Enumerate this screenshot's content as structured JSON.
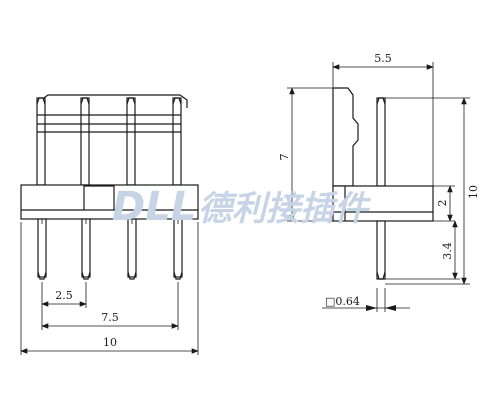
{
  "watermark": {
    "brand_latin": "DLL",
    "brand_cjk": "德利接插件"
  },
  "front_view": {
    "dim_pitch": "2.5",
    "dim_pin_span": "7.5",
    "dim_total_width": "10"
  },
  "side_view": {
    "dim_top_width": "5.5",
    "dim_upper_height": "7",
    "dim_total_height": "10",
    "dim_base_height": "2",
    "dim_lower_height": "3.4",
    "pin_size": "□0.64"
  },
  "colors": {
    "line": "#1a1a1a",
    "watermark": "#c7d4e6",
    "background": "#ffffff"
  }
}
